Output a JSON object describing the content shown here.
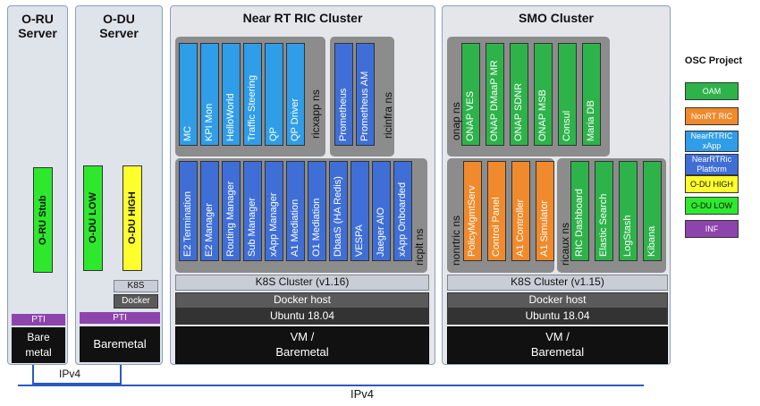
{
  "servers": {
    "oru": {
      "title": "O-RU\nServer",
      "stub": "O-RU Stub",
      "pti": "PTI",
      "baremetal": "Bare\nmetal"
    },
    "odu": {
      "title": "O-DU\nServer",
      "low": "O-DU LOW",
      "high": "O-DU HIGH",
      "k8s": "K8S",
      "docker": "Docker",
      "pti": "PTI",
      "baremetal": "Baremetal"
    }
  },
  "ric": {
    "title": "Near RT RIC Cluster",
    "ricxapp_ns": "ricxapp ns",
    "ricxapp": [
      "MC",
      "KPI Mon",
      "HelloWorld",
      "Traffic Steering",
      "QP",
      "QP Driver"
    ],
    "ricinfra_ns": "ricinfra ns",
    "ricinfra": [
      "Prometheus",
      "Prometheus AM"
    ],
    "ricplt_ns": "ricplt ns",
    "ricplt": [
      "E2 Termination",
      "E2 Manager",
      "Routing Manager",
      "Sub Manager",
      "xApp Manager",
      "A1 Mediation",
      "O1 Mediation",
      "DbaaS (HA Redis)",
      "VESPA",
      "Jaeger AIO",
      "xApp Onboarded"
    ],
    "k8s": "K8S Cluster (v1.16)",
    "docker": "Docker host",
    "os": "Ubuntu 18.04",
    "vm": "VM /\nBaremetal"
  },
  "smo": {
    "title": "SMO Cluster",
    "onap_ns": "onap ns",
    "onap": [
      "ONAP VES",
      "ONAP DMaaP MR",
      "ONAP SDNR",
      "ONAP MSB",
      "Consul",
      "Maria DB"
    ],
    "nonrtric_ns": "nonrtric ns",
    "nonrtric": [
      "PolicyMgmtServ",
      "Control Panel",
      "A1 Controller",
      "A1 Simulator"
    ],
    "ricaux_ns": "ricaux ns",
    "ricaux": [
      "RIC Dashboard",
      "Elastic Search",
      "LogStash",
      "Kibana"
    ],
    "k8s": "K8S Cluster (v1.15)",
    "docker": "Docker host",
    "os": "Ubuntu 18.04",
    "vm": "VM /\nBaremetal"
  },
  "network": {
    "ipv4_small": "IPv4",
    "ipv4_main": "IPv4"
  },
  "legend": {
    "title": "OSC Project",
    "items": [
      {
        "label": "OAM",
        "color": "#2db34a"
      },
      {
        "label": "NonRT RIC",
        "color": "#f08a2c"
      },
      {
        "label": "NearRTRIC\nxApp",
        "color": "#2f9de8"
      },
      {
        "label": "NearRTRic\nPlatform",
        "color": "#3f6fd6"
      },
      {
        "label": "O-DU HIGH",
        "color": "#ffff2e"
      },
      {
        "label": "O-DU LOW",
        "color": "#2ee82e"
      },
      {
        "label": "INF",
        "color": "#8e44ad"
      }
    ]
  }
}
